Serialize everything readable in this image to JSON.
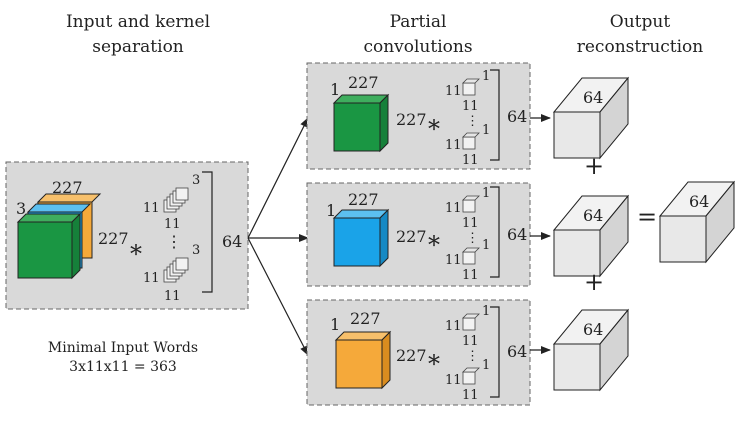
{
  "headers": {
    "input_line1": "Input and kernel",
    "input_line2": "separation",
    "partial_line1": "Partial",
    "partial_line2": "convolutions",
    "output_line1": "Output",
    "output_line2": "reconstruction"
  },
  "input_block": {
    "depth": "3",
    "width": "227",
    "height": "227",
    "kernel_size": "11",
    "kernel_depth_top": "3",
    "kernel_depth_bottom": "3",
    "num_kernels": "64",
    "channel_colors": [
      "#f5a93a",
      "#1aa3e8",
      "#1a9643"
    ]
  },
  "partial_blocks": [
    {
      "depth": "1",
      "width": "227",
      "height": "227",
      "color": "#1a9643",
      "kernel_size": "11",
      "kernel_depth_top": "1",
      "kernel_depth_bottom": "1",
      "num_kernels": "64"
    },
    {
      "depth": "1",
      "width": "227",
      "height": "227",
      "color": "#1aa3e8",
      "kernel_size": "11",
      "kernel_depth_top": "1",
      "kernel_depth_bottom": "1",
      "num_kernels": "64"
    },
    {
      "depth": "1",
      "width": "227",
      "height": "227",
      "color": "#f5a93a",
      "kernel_size": "11",
      "kernel_depth_top": "1",
      "kernel_depth_bottom": "1",
      "num_kernels": "64"
    }
  ],
  "outputs": {
    "depth_label": "64",
    "final_label": "64"
  },
  "operators": {
    "conv": "*",
    "plus": "+",
    "equals": "=",
    "vdots": "⋮"
  },
  "note": {
    "line1": "Minimal Input Words",
    "line2": "3x11x11 = 363"
  }
}
